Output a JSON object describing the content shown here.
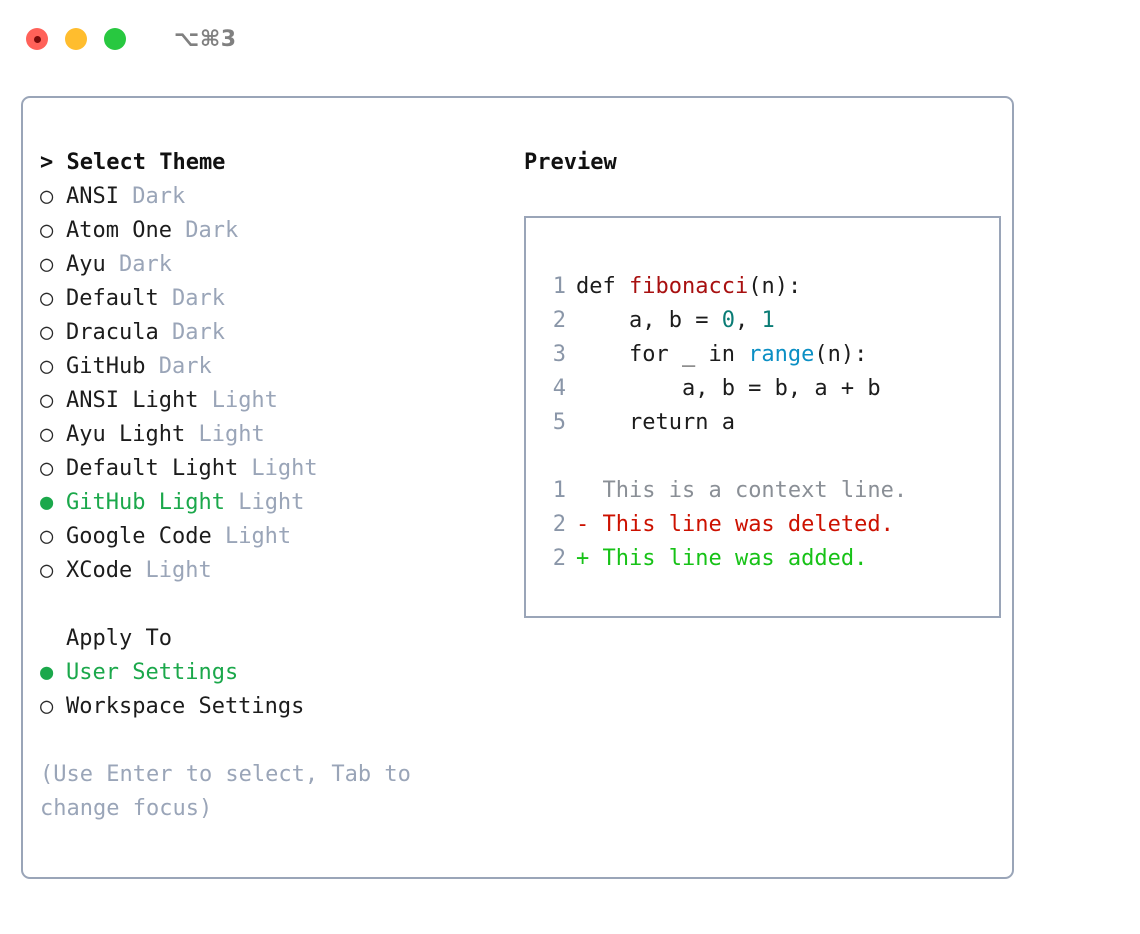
{
  "window": {
    "shortcut": "⌥⌘3",
    "traffic_lights": [
      "close",
      "minimize",
      "zoom"
    ]
  },
  "theme_picker": {
    "header": "> Select Theme",
    "prompt_marker": ">",
    "selected_marker": "●",
    "unselected_marker": "○",
    "items": [
      {
        "marker": "○",
        "name": "ANSI",
        "tag": "Dark",
        "selected": false
      },
      {
        "marker": "○",
        "name": "Atom One",
        "tag": "Dark",
        "selected": false
      },
      {
        "marker": "○",
        "name": "Ayu",
        "tag": "Dark",
        "selected": false
      },
      {
        "marker": "○",
        "name": "Default",
        "tag": "Dark",
        "selected": false
      },
      {
        "marker": "○",
        "name": "Dracula",
        "tag": "Dark",
        "selected": false
      },
      {
        "marker": "○",
        "name": "GitHub",
        "tag": "Dark",
        "selected": false
      },
      {
        "marker": "○",
        "name": "ANSI Light",
        "tag": "Light",
        "selected": false
      },
      {
        "marker": "○",
        "name": "Ayu Light",
        "tag": "Light",
        "selected": false
      },
      {
        "marker": "○",
        "name": "Default Light",
        "tag": "Light",
        "selected": false
      },
      {
        "marker": "●",
        "name": "GitHub Light",
        "tag": "Light",
        "selected": true
      },
      {
        "marker": "○",
        "name": "Google Code",
        "tag": "Light",
        "selected": false
      },
      {
        "marker": "○",
        "name": "XCode",
        "tag": "Light",
        "selected": false
      }
    ]
  },
  "apply_to": {
    "header": "Apply To",
    "options": [
      {
        "marker": "●",
        "label": "User Settings",
        "selected": true
      },
      {
        "marker": "○",
        "label": "Workspace Settings",
        "selected": false
      }
    ]
  },
  "hint": {
    "line1": "(Use Enter to select, Tab to",
    "line2": "change focus)"
  },
  "preview": {
    "title": "Preview",
    "code_lines": [
      {
        "number": "1",
        "tokens": [
          {
            "text": "def ",
            "type": "plain"
          },
          {
            "text": "fibonacci",
            "type": "func"
          },
          {
            "text": "(n):",
            "type": "plain"
          }
        ]
      },
      {
        "number": "2",
        "tokens": [
          {
            "text": "    a, b = ",
            "type": "plain"
          },
          {
            "text": "0",
            "type": "num"
          },
          {
            "text": ", ",
            "type": "plain"
          },
          {
            "text": "1",
            "type": "num"
          }
        ]
      },
      {
        "number": "3",
        "tokens": [
          {
            "text": "    for _ in ",
            "type": "plain"
          },
          {
            "text": "range",
            "type": "call"
          },
          {
            "text": "(n):",
            "type": "plain"
          }
        ]
      },
      {
        "number": "4",
        "tokens": [
          {
            "text": "        a, b = b, a + b",
            "type": "plain"
          }
        ]
      },
      {
        "number": "5",
        "tokens": [
          {
            "text": "    return a",
            "type": "plain"
          }
        ]
      }
    ],
    "diff_lines": [
      {
        "number": "1",
        "sign": " ",
        "text": " This is a context line.",
        "kind": "context"
      },
      {
        "number": "2",
        "sign": "-",
        "text": " This line was deleted.",
        "kind": "deleted"
      },
      {
        "number": "2",
        "sign": "+",
        "text": " This line was added.",
        "kind": "added"
      }
    ]
  },
  "colors": {
    "accent_green": "#1BA84B",
    "diff_added": "#17C217",
    "diff_deleted": "#CC1100",
    "muted": "#9AA5B8",
    "border": "#9AA5B8",
    "syntax_function": "#A81010",
    "syntax_number": "#0A7C75",
    "syntax_call": "#0B8FC4"
  }
}
